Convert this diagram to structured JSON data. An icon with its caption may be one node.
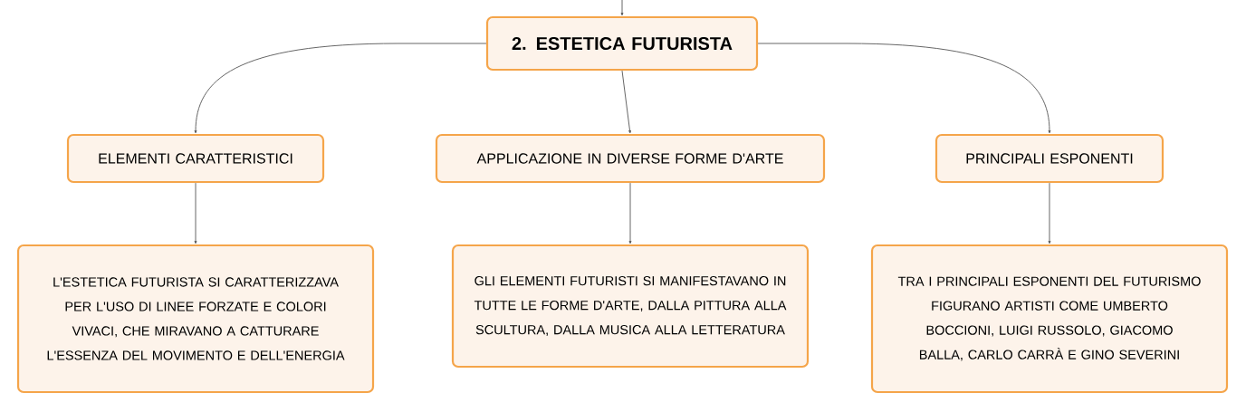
{
  "diagram": {
    "nodes": [
      {
        "text": [
          "2. ESTETICA FUTURISTA"
        ]
      },
      {
        "text": [
          "ELEMENTI CARATTERISTICI"
        ]
      },
      {
        "text": [
          "APPLICAZIONE IN DIVERSE FORME D'ARTE"
        ]
      },
      {
        "text": [
          "PRINCIPALI ESPONENTI"
        ]
      },
      {
        "text": [
          "L'ESTETICA FUTURISTA SI CARATTERIZZAVA PER L'USO DI LINEE FORZATE E COLORI VIVACI, CHE MIRAVANO A CATTURARE L'ESSENZA DEL MOVIMENTO E DELL'ENERGIA"
        ]
      },
      {
        "text": [
          "GLI ELEMENTI FUTURISTI SI MANIFESTAVANO IN TUTTE LE FORME D'ARTE, DALLA PITTURA ALLA SCULTURA, DALLA MUSICA ALLA LETTERATURA"
        ]
      },
      {
        "text": [
          "TRA I PRINCIPALI ESPONENTI DEL FUTURISMO FIGURANO ARTISTI COME UMBERTO BOCCIONI, LUIGI RUSSOLO, GIACOMO BALLA, CARLO CARRÀ E GINO SEVERINI"
        ]
      }
    ],
    "edges": [
      {
        "from": null,
        "to": 0,
        "arrow": "to"
      },
      {
        "from": 0,
        "to": 1,
        "arrow": "to"
      },
      {
        "from": 0,
        "to": 2,
        "arrow": "to"
      },
      {
        "from": 0,
        "to": 3,
        "arrow": "to"
      },
      {
        "from": 1,
        "to": 4,
        "arrow": "to"
      },
      {
        "from": 2,
        "to": 5,
        "arrow": "to"
      },
      {
        "from": 3,
        "to": 6,
        "arrow": "to"
      }
    ]
  }
}
